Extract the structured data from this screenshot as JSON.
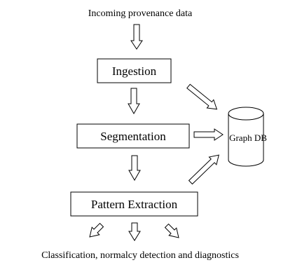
{
  "diagram": {
    "input_label": "Incoming provenance data",
    "stages": {
      "ingestion": "Ingestion",
      "segmentation": "Segmentation",
      "pattern_extraction": "Pattern Extraction"
    },
    "store_label": "Graph DB",
    "output_label": "Classification, normalcy detection and diagnostics"
  },
  "style": {
    "stroke_color": "#000000",
    "background": "#ffffff",
    "arrow_style": "hollow-outline"
  }
}
